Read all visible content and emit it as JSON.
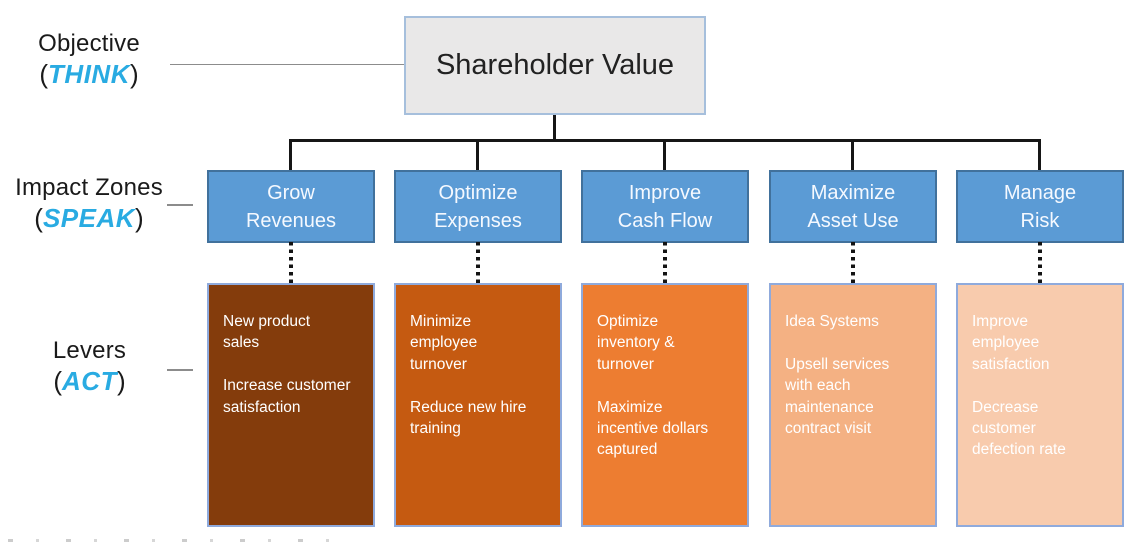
{
  "rows": {
    "objective": {
      "title": "Objective",
      "keyword": "THINK"
    },
    "impact_zones": {
      "title": "Impact Zones",
      "keyword": "SPEAK"
    },
    "levers": {
      "title": "Levers",
      "keyword": "ACT"
    }
  },
  "punctuation": {
    "open": "(",
    "close": ")"
  },
  "root": {
    "label": "Shareholder Value"
  },
  "zones": [
    {
      "label": "Grow\nRevenues"
    },
    {
      "label": "Optimize\nExpenses"
    },
    {
      "label": "Improve\nCash Flow"
    },
    {
      "label": "Maximize\nAsset Use"
    },
    {
      "label": "Manage\nRisk"
    }
  ],
  "levers": [
    {
      "text": "New product\nsales\n\nIncrease customer\nsatisfaction"
    },
    {
      "text": "Minimize\nemployee\nturnover\n\nReduce new hire\ntraining"
    },
    {
      "text": "Optimize\ninventory &\nturnover\n\nMaximize\nincentive dollars\ncaptured"
    },
    {
      "text": "Idea Systems\n\nUpsell services\nwith each\nmaintenance\ncontract visit"
    },
    {
      "text": "Improve\nemployee\nsatisfaction\n\nDecrease\ncustomer\ndefection rate"
    }
  ],
  "colors": {
    "accent_cyan": "#29ABE2",
    "root_fill": "#E9E8E8",
    "root_border": "#A6BFDC",
    "zone_fill": "#5B9BD5",
    "zone_border": "#41719C",
    "lever_border": "#8FAADC",
    "lever_fills": [
      "#843C0C",
      "#C55A11",
      "#ED7D31",
      "#F4B183",
      "#F8CBAD"
    ],
    "connector": "#161616"
  }
}
